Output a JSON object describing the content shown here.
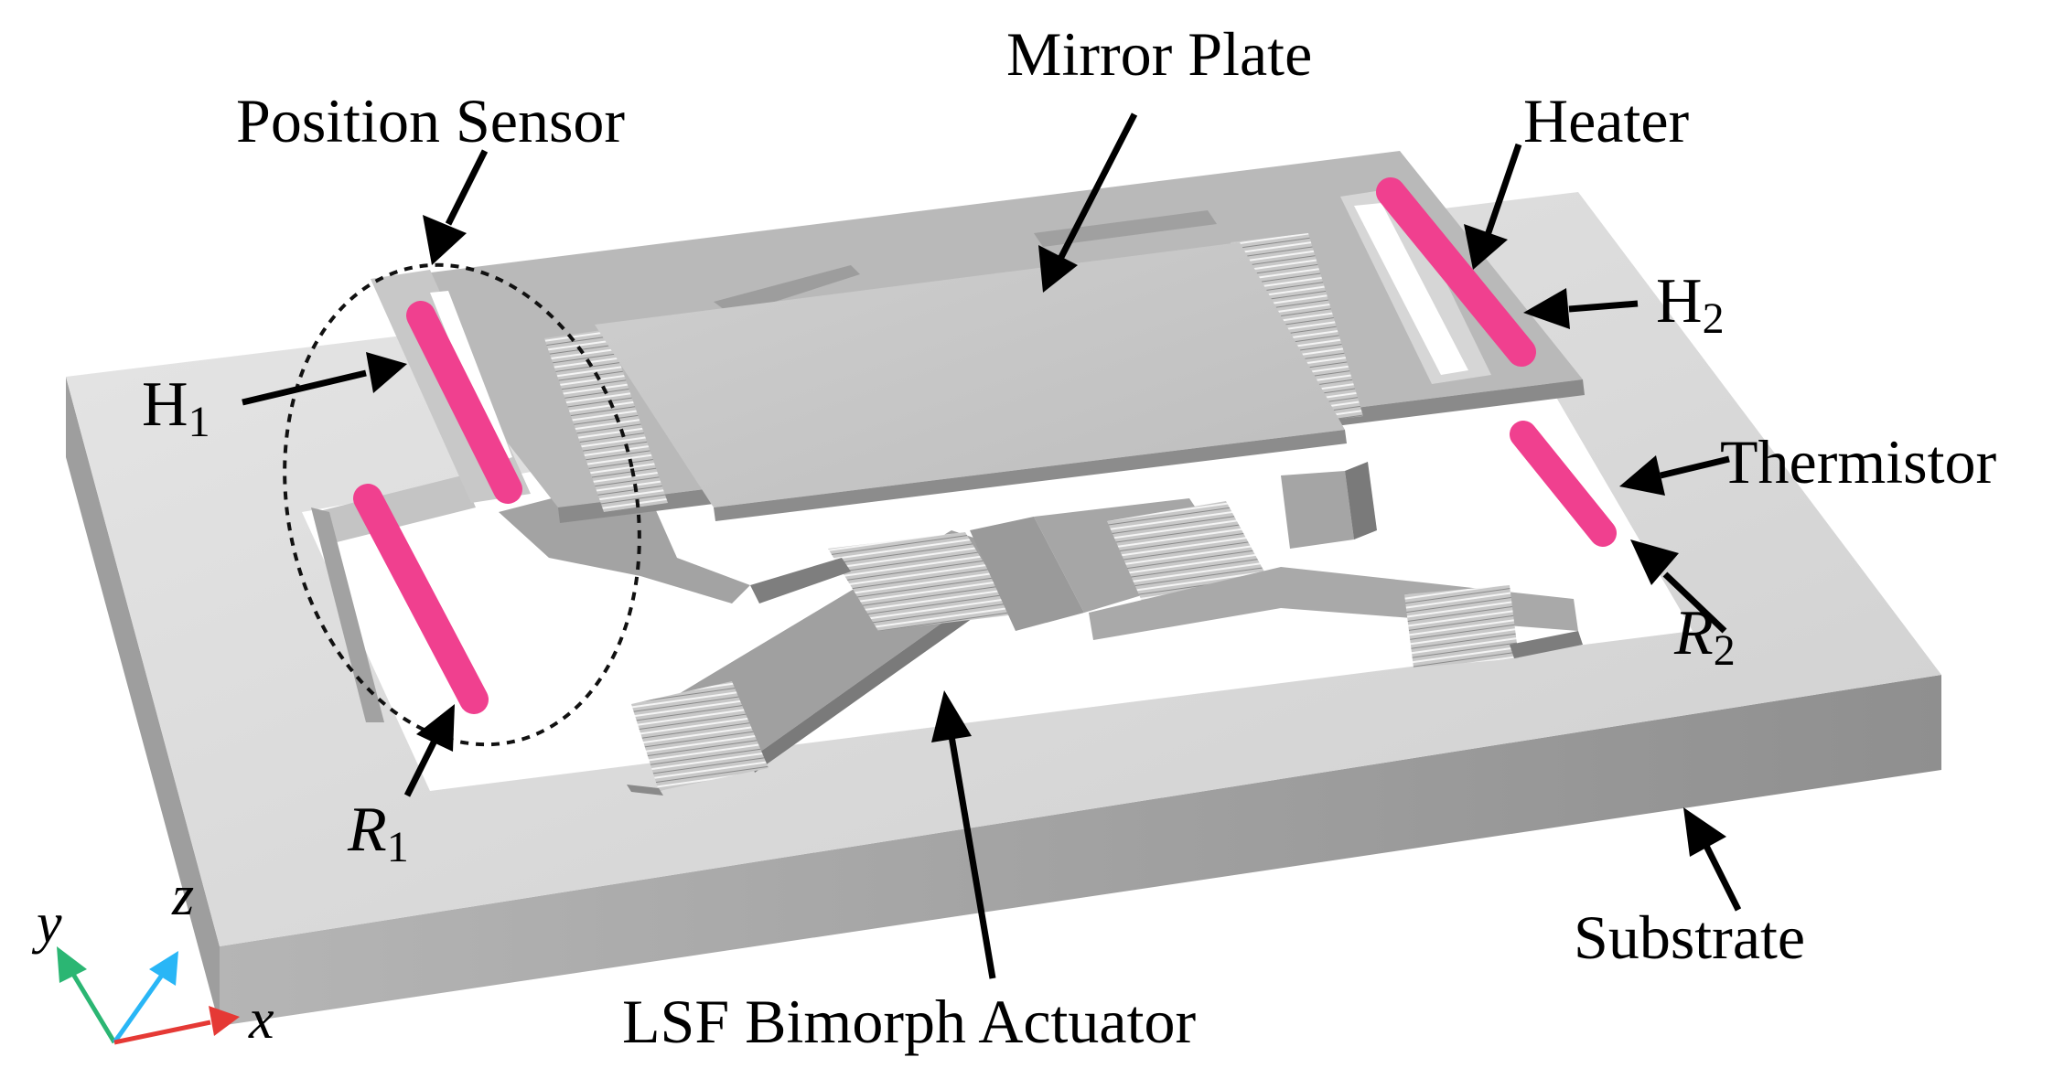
{
  "labels": {
    "mirror_plate": "Mirror Plate",
    "position_sensor": "Position Sensor",
    "heater": "Heater",
    "thermistor": "Thermistor",
    "substrate": "Substrate",
    "actuator": "LSF Bimorph Actuator",
    "h1": {
      "base": "H",
      "sub": "1"
    },
    "h2": {
      "base": "H",
      "sub": "2"
    },
    "r1": {
      "base": "R",
      "sub": "1"
    },
    "r2": {
      "base": "R",
      "sub": "2"
    }
  },
  "axes": {
    "y": "y",
    "z": "z",
    "x": "x"
  },
  "colors": {
    "element_highlight": "#f0408f",
    "substrate_top": "#dcdcdc",
    "substrate_front": "#a8a8a8",
    "structure": "#b4b4b4",
    "axis_x": "#e53935",
    "axis_y": "#2bb673",
    "axis_z": "#29b6f6"
  }
}
